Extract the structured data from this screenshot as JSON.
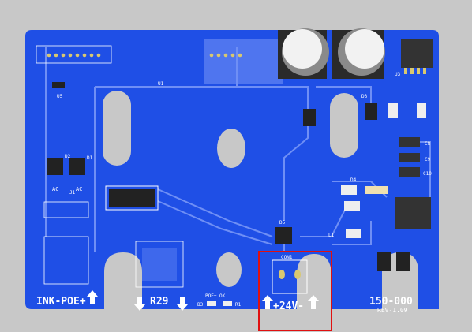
{
  "colors": {
    "background": "#c8c8c8",
    "board": "#1f4fe6",
    "board_dark": "#1640c8",
    "trace": "#6f8ff5",
    "silkscreen": "#ffffff",
    "highlight": "#e01010",
    "component": "#222222",
    "capacitor": "#3a3a3a"
  },
  "silkscreen": {
    "poe_label": "INK-POE+",
    "resistor_label": "R29",
    "voltage_label": "+24V-",
    "board_id": "150-000",
    "revision": "REV-1.09",
    "poe_ok_label": "POE+  OK",
    "u1": "U1",
    "u3": "U3",
    "u5": "U5",
    "con1": "CON1",
    "d1": "D1",
    "d2": "D2",
    "d3": "D3",
    "d4": "D4",
    "d5": "D5",
    "l1": "L1",
    "c8": "C8",
    "c9": "C9",
    "c10": "C10",
    "b3": "B3",
    "r1": "R1",
    "j1": "J1",
    "ac_left": "AC",
    "ac_right": "AC"
  },
  "icons": {
    "arrow": "up-arrow-icon",
    "arrow_down": "down-arrow-icon"
  }
}
